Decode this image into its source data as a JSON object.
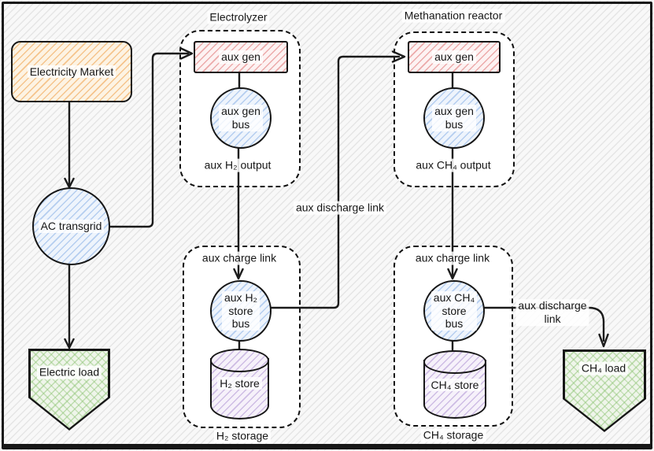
{
  "diagram": {
    "nodes": {
      "electricity_market": "Electricity Market",
      "ac_transgrid": "AC transgrid",
      "electric_load": "Electric load",
      "ch4_load": "CH₄ load"
    },
    "electrolyzer": {
      "title": "Electrolyzer",
      "aux_gen": "aux gen",
      "aux_gen_bus": "aux gen\nbus",
      "output": "aux H₂ output"
    },
    "methanation": {
      "title": "Methanation reactor",
      "aux_gen": "aux gen",
      "aux_gen_bus": "aux gen\nbus",
      "output": "aux CH₄ output"
    },
    "h2_storage": {
      "title": "H₂ storage",
      "charge_link": "aux charge link",
      "store_bus": "aux H₂\nstore\nbus",
      "store": "H₂ store"
    },
    "ch4_storage": {
      "title": "CH₄ storage",
      "charge_link": "aux charge link",
      "store_bus": "aux CH₄\nstore\nbus",
      "store": "CH₄ store"
    },
    "links": {
      "discharge_mid": "aux discharge link",
      "discharge_right": "aux discharge\nlink"
    },
    "colors": {
      "stroke": "#1b1b1b",
      "market_fill": "#f5c189",
      "gen_fill": "#e39a9a",
      "bus_fill": "#a9c8ee",
      "store_fill": "#c3aede",
      "load_fill": "#a9cf97"
    }
  }
}
